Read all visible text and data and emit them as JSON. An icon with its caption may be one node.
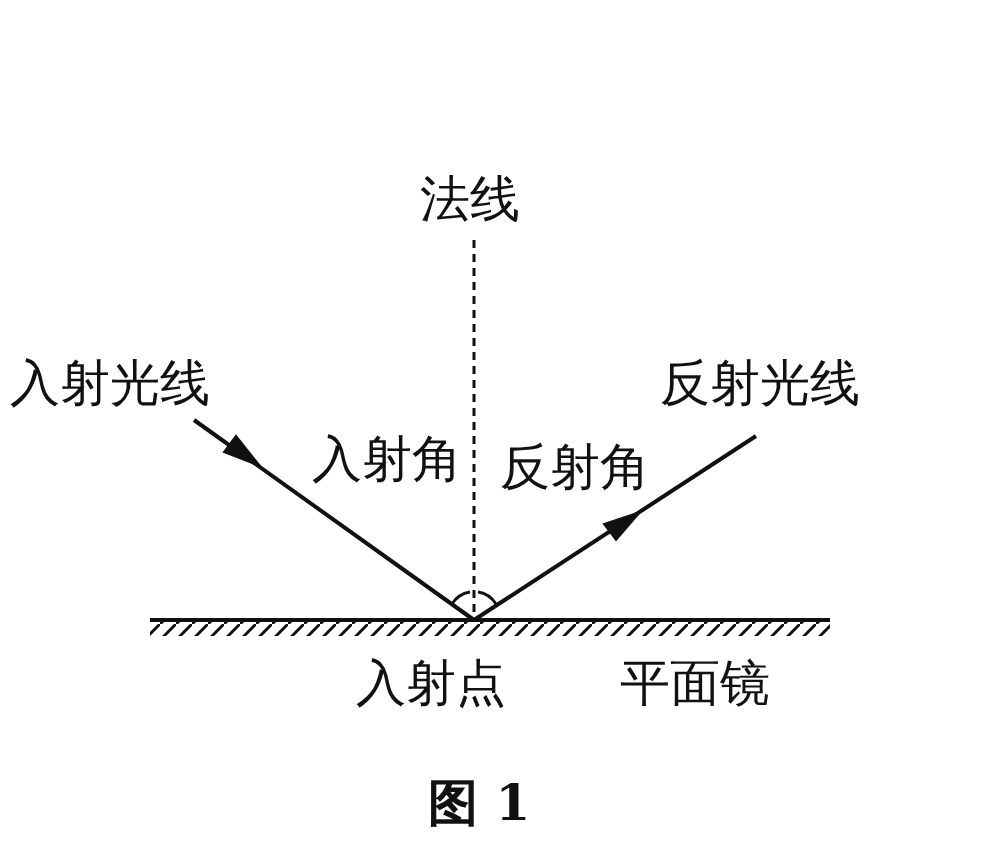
{
  "diagram": {
    "caption": "图 1",
    "labels": [
      "法线",
      "入射光线",
      "反射光线",
      "入射角",
      "反射角",
      "入射点",
      "平面镜"
    ]
  }
}
